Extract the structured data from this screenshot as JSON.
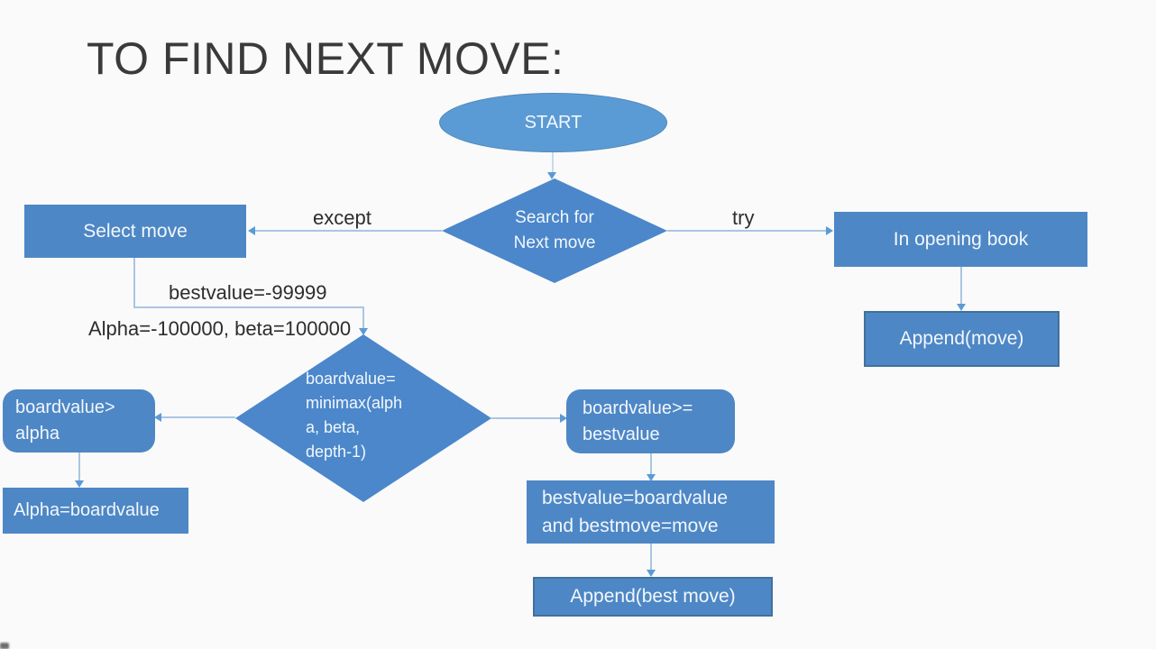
{
  "title": "TO FIND NEXT MOVE:",
  "colors": {
    "background": "#fafafa",
    "node_fill": "#4e87c5",
    "ellipse_fill": "#5b9bd5",
    "diamond_fill": "#4b87ca",
    "node_border": "#41719c",
    "connector": "#a9c6e4",
    "arrowhead": "#5b9bd5",
    "node_text": "#f2f7fc",
    "label_text": "#2d2d2d",
    "title_text": "#3a3a3a"
  },
  "nodes": {
    "start": {
      "label": "START"
    },
    "search_decision": {
      "line1": "Search for",
      "line2": "Next move"
    },
    "select_move": {
      "label": "Select move"
    },
    "in_opening_book": {
      "label": "In opening book"
    },
    "append_move": {
      "label": "Append(move)"
    },
    "minimax_decision": {
      "line1": "boardvalue=",
      "line2": "minimax(alph",
      "line3": "a, beta,",
      "line4": "depth-1)"
    },
    "boardvalue_gt_alpha": {
      "line1": "boardvalue>",
      "line2": "alpha"
    },
    "alpha_assign": {
      "label": "Alpha=boardvalue"
    },
    "boardvalue_ge_bestvalue": {
      "line1": "boardvalue>=",
      "line2": "bestvalue"
    },
    "bestvalue_assign": {
      "line1": "bestvalue=boardvalue",
      "line2": "and bestmove=move"
    },
    "append_best_move": {
      "label": "Append(best move)"
    }
  },
  "edge_labels": {
    "except": "except",
    "try": "try",
    "bestvalue_init": "bestvalue=-99999",
    "alpha_beta_init": "Alpha=-100000, beta=100000"
  }
}
